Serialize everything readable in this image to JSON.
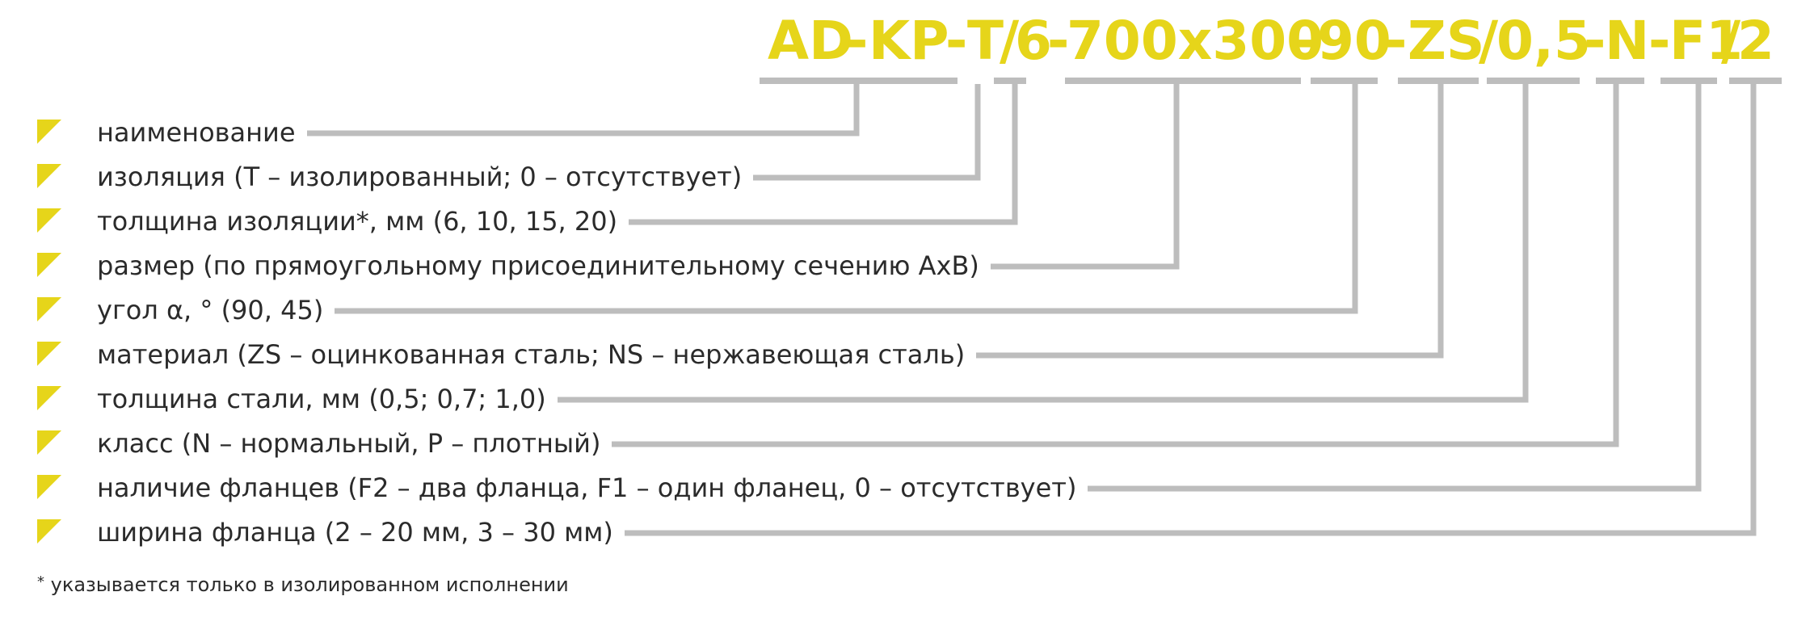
{
  "code": {
    "parts": [
      "AD",
      "-",
      "KP",
      "-",
      "T",
      "/",
      "6",
      "-",
      "700x300",
      "-",
      "90",
      "-",
      "ZS",
      "/",
      "0,5",
      "-",
      "N",
      "-",
      "F1",
      "/",
      "2"
    ]
  },
  "items": [
    {
      "label": "наименование"
    },
    {
      "label": "изоляция (Т – изолированный; 0 – отсутствует)"
    },
    {
      "label": "толщина изоляции*, мм (6, 10, 15, 20)"
    },
    {
      "label": "размер (по прямоугольному присоединительному сечению АхВ)"
    },
    {
      "label": "угол α, ° (90, 45)"
    },
    {
      "label": "материал (ZS – оцинкованная сталь; NS – нержавеющая сталь)"
    },
    {
      "label": "толщина стали, мм (0,5; 0,7; 1,0)"
    },
    {
      "label": "класс (N – нормальный, Р – плотный)"
    },
    {
      "label": "наличие фланцев (F2 – два фланца, F1 – один фланец, 0 – отсутствует)"
    },
    {
      "label": "ширина фланца (2 – 20 мм, 3 – 30 мм)"
    }
  ],
  "footnote": {
    "mark": "*",
    "text": " указывается только в изолированном исполнении"
  },
  "colors": {
    "accent": "#e6d51a",
    "line": "#bdbdbd",
    "text": "#2b2b2b"
  }
}
